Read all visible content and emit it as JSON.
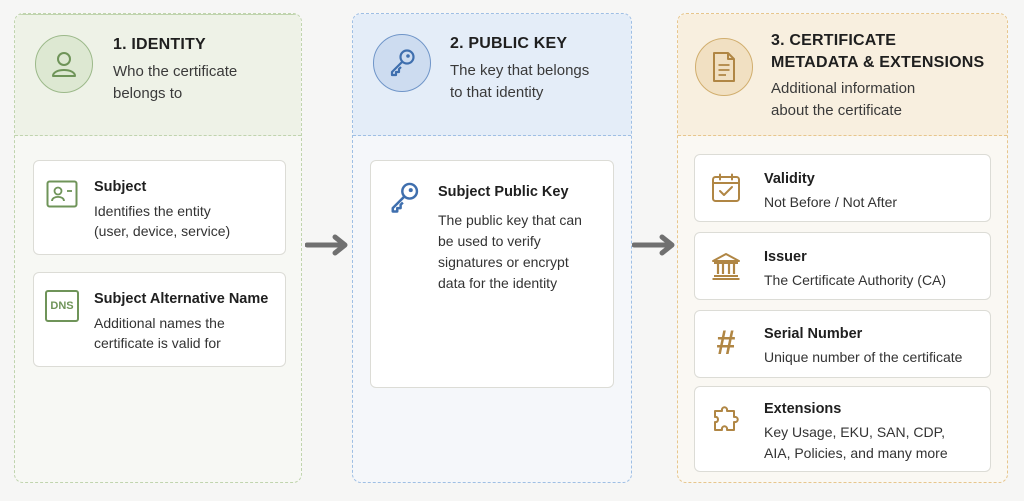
{
  "columns": [
    {
      "title": "1. IDENTITY",
      "subtitle_lines": [
        "Who the certificate",
        "belongs to"
      ],
      "icon": "person-icon",
      "cards": [
        {
          "title": "Subject",
          "lines": [
            "Identifies the entity",
            "(user, device, service)"
          ],
          "icon": "id-card-icon"
        },
        {
          "title": "Subject Alternative Name",
          "lines": [
            "Additional names the",
            "certificate is valid for"
          ],
          "icon": "dns-icon",
          "icon_text": "DNS"
        }
      ]
    },
    {
      "title": "2. PUBLIC KEY",
      "subtitle_lines": [
        "The key that belongs",
        "to that identity"
      ],
      "icon": "key-icon",
      "cards": [
        {
          "title": "Subject Public Key",
          "lines": [
            "The public key that can",
            "be used to verify",
            "signatures or encrypt",
            "data for the identity"
          ],
          "icon": "key-icon"
        }
      ]
    },
    {
      "title_lines": [
        "3. CERTIFICATE",
        "METADATA & EXTENSIONS"
      ],
      "subtitle_lines": [
        "Additional information",
        "about the certificate"
      ],
      "icon": "document-icon",
      "cards": [
        {
          "title": "Validity",
          "lines": [
            "Not Before / Not After"
          ],
          "icon": "calendar-icon"
        },
        {
          "title": "Issuer",
          "lines": [
            "The Certificate Authority (CA)"
          ],
          "icon": "bank-icon"
        },
        {
          "title": "Serial Number",
          "lines": [
            "Unique number of the certificate"
          ],
          "icon": "hash-icon",
          "icon_text": "#"
        },
        {
          "title": "Extensions",
          "lines": [
            "Key Usage, EKU, SAN, CDP,",
            "AIA, Policies, and many more"
          ],
          "icon": "puzzle-icon"
        }
      ]
    }
  ],
  "colors": {
    "identity": "#7fa26a",
    "public_key": "#4f7fbf",
    "metadata": "#c39a55",
    "arrow": "#707070"
  }
}
